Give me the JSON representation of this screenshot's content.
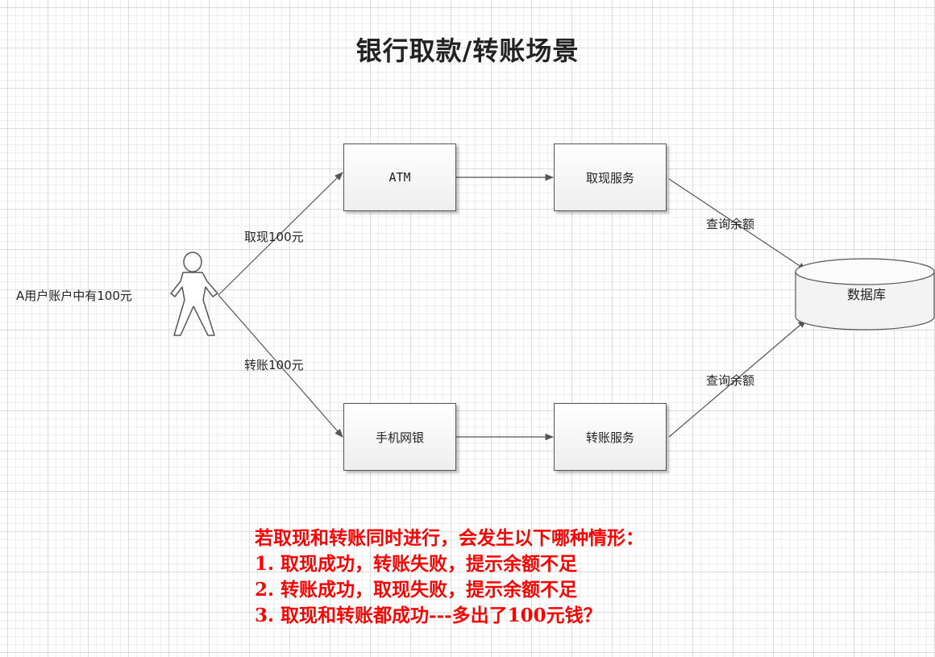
{
  "title": "银行取款/转账场景",
  "user": {
    "label": "A用户账户中有100元"
  },
  "edges": {
    "withdraw": "取现100元",
    "transfer": "转账100元",
    "query_top": "查询余额",
    "query_bottom": "查询余额"
  },
  "nodes": {
    "atm": "ATM",
    "withdraw_service": "取现服务",
    "mobile_bank": "手机网银",
    "transfer_service": "转账服务",
    "database": "数据库"
  },
  "notes": [
    "若取现和转账同时进行，会发生以下哪种情形：",
    "1. 取现成功，转账失败，提示余额不足",
    "2. 转账成功，取现失败，提示余额不足",
    "3. 取现和转账都成功---多出了100元钱？"
  ],
  "colors": {
    "note_text": "#ff0000",
    "connector": "#555555"
  }
}
